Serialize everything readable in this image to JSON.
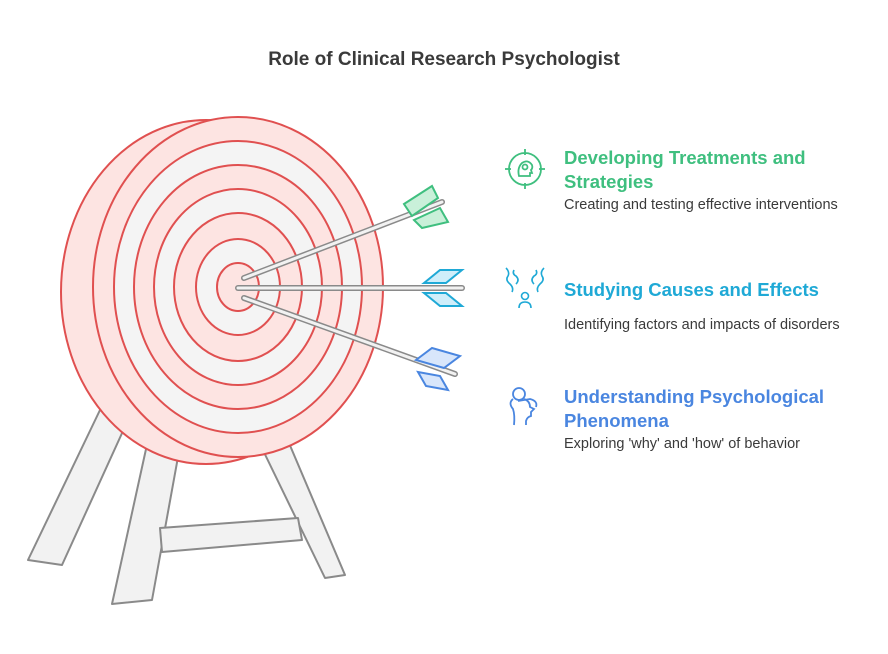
{
  "title": "Role of Clinical Research Psychologist",
  "items": [
    {
      "heading_line1": "Developing Treatments and",
      "heading_line2": "Strategies",
      "description": "Creating and testing effective interventions",
      "color": "#3fbf7f",
      "icon": "target-head-icon"
    },
    {
      "heading_line1": "Studying Causes and Effects",
      "heading_line2": "",
      "description": "Identifying factors and impacts of disorders",
      "color": "#1fa9d6",
      "icon": "branching-thoughts-icon"
    },
    {
      "heading_line1": "Understanding Psychological",
      "heading_line2": "Phenomena",
      "description": "Exploring 'why' and 'how' of behavior",
      "color": "#4a86e0",
      "icon": "person-thinking-icon"
    }
  ],
  "colors": {
    "target_stroke": "#e05050",
    "target_fill": "#fde4e2",
    "target_ring_alt": "#f4f4f4",
    "stand_fill": "#f2f2f2",
    "stand_stroke": "#8a8a8a"
  }
}
